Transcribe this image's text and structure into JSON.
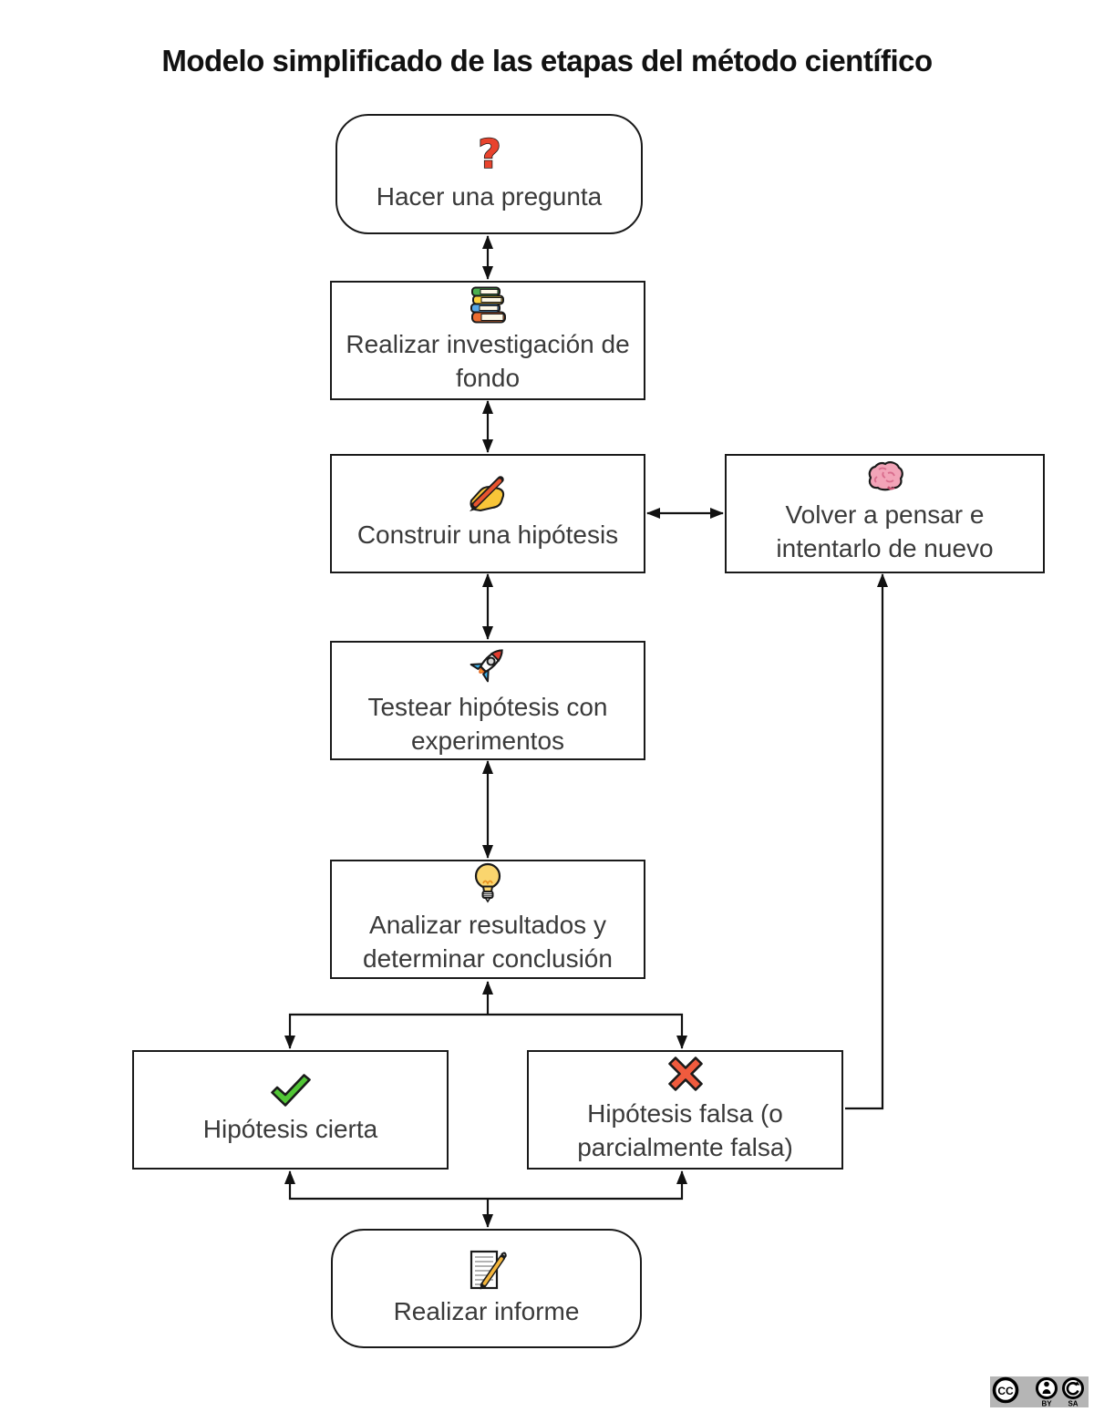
{
  "title": "Modelo simplificado de las etapas del método científico",
  "nodes": {
    "ask": {
      "label": "Hacer una pregunta",
      "icon": "question-mark-icon"
    },
    "research": {
      "label": "Realizar investigación de fondo",
      "icon": "books-icon"
    },
    "hypothesis": {
      "label": "Construir una hipótesis",
      "icon": "writing-hand-icon"
    },
    "rethink": {
      "label": "Volver a pensar e intentarlo de nuevo",
      "icon": "brain-icon"
    },
    "test": {
      "label": "Testear hipótesis con experimentos",
      "icon": "rocket-icon"
    },
    "analyze": {
      "label": "Analizar resultados y determinar conclusión",
      "icon": "lightbulb-icon"
    },
    "true": {
      "label": "Hipótesis cierta",
      "icon": "check-mark-icon"
    },
    "false": {
      "label": "Hipótesis falsa (o parcialmente falsa)",
      "icon": "cross-mark-icon"
    },
    "report": {
      "label": "Realizar informe",
      "icon": "memo-icon"
    }
  },
  "license": {
    "cc": "CC",
    "by": "BY",
    "sa": "SA"
  },
  "colors": {
    "box_border": "#1a1a1a",
    "text": "#3a3a3a",
    "question_red": "#e8432d",
    "check_green": "#52c636",
    "cross_red": "#f05b3e",
    "badge_gray": "#b5b5b5"
  }
}
